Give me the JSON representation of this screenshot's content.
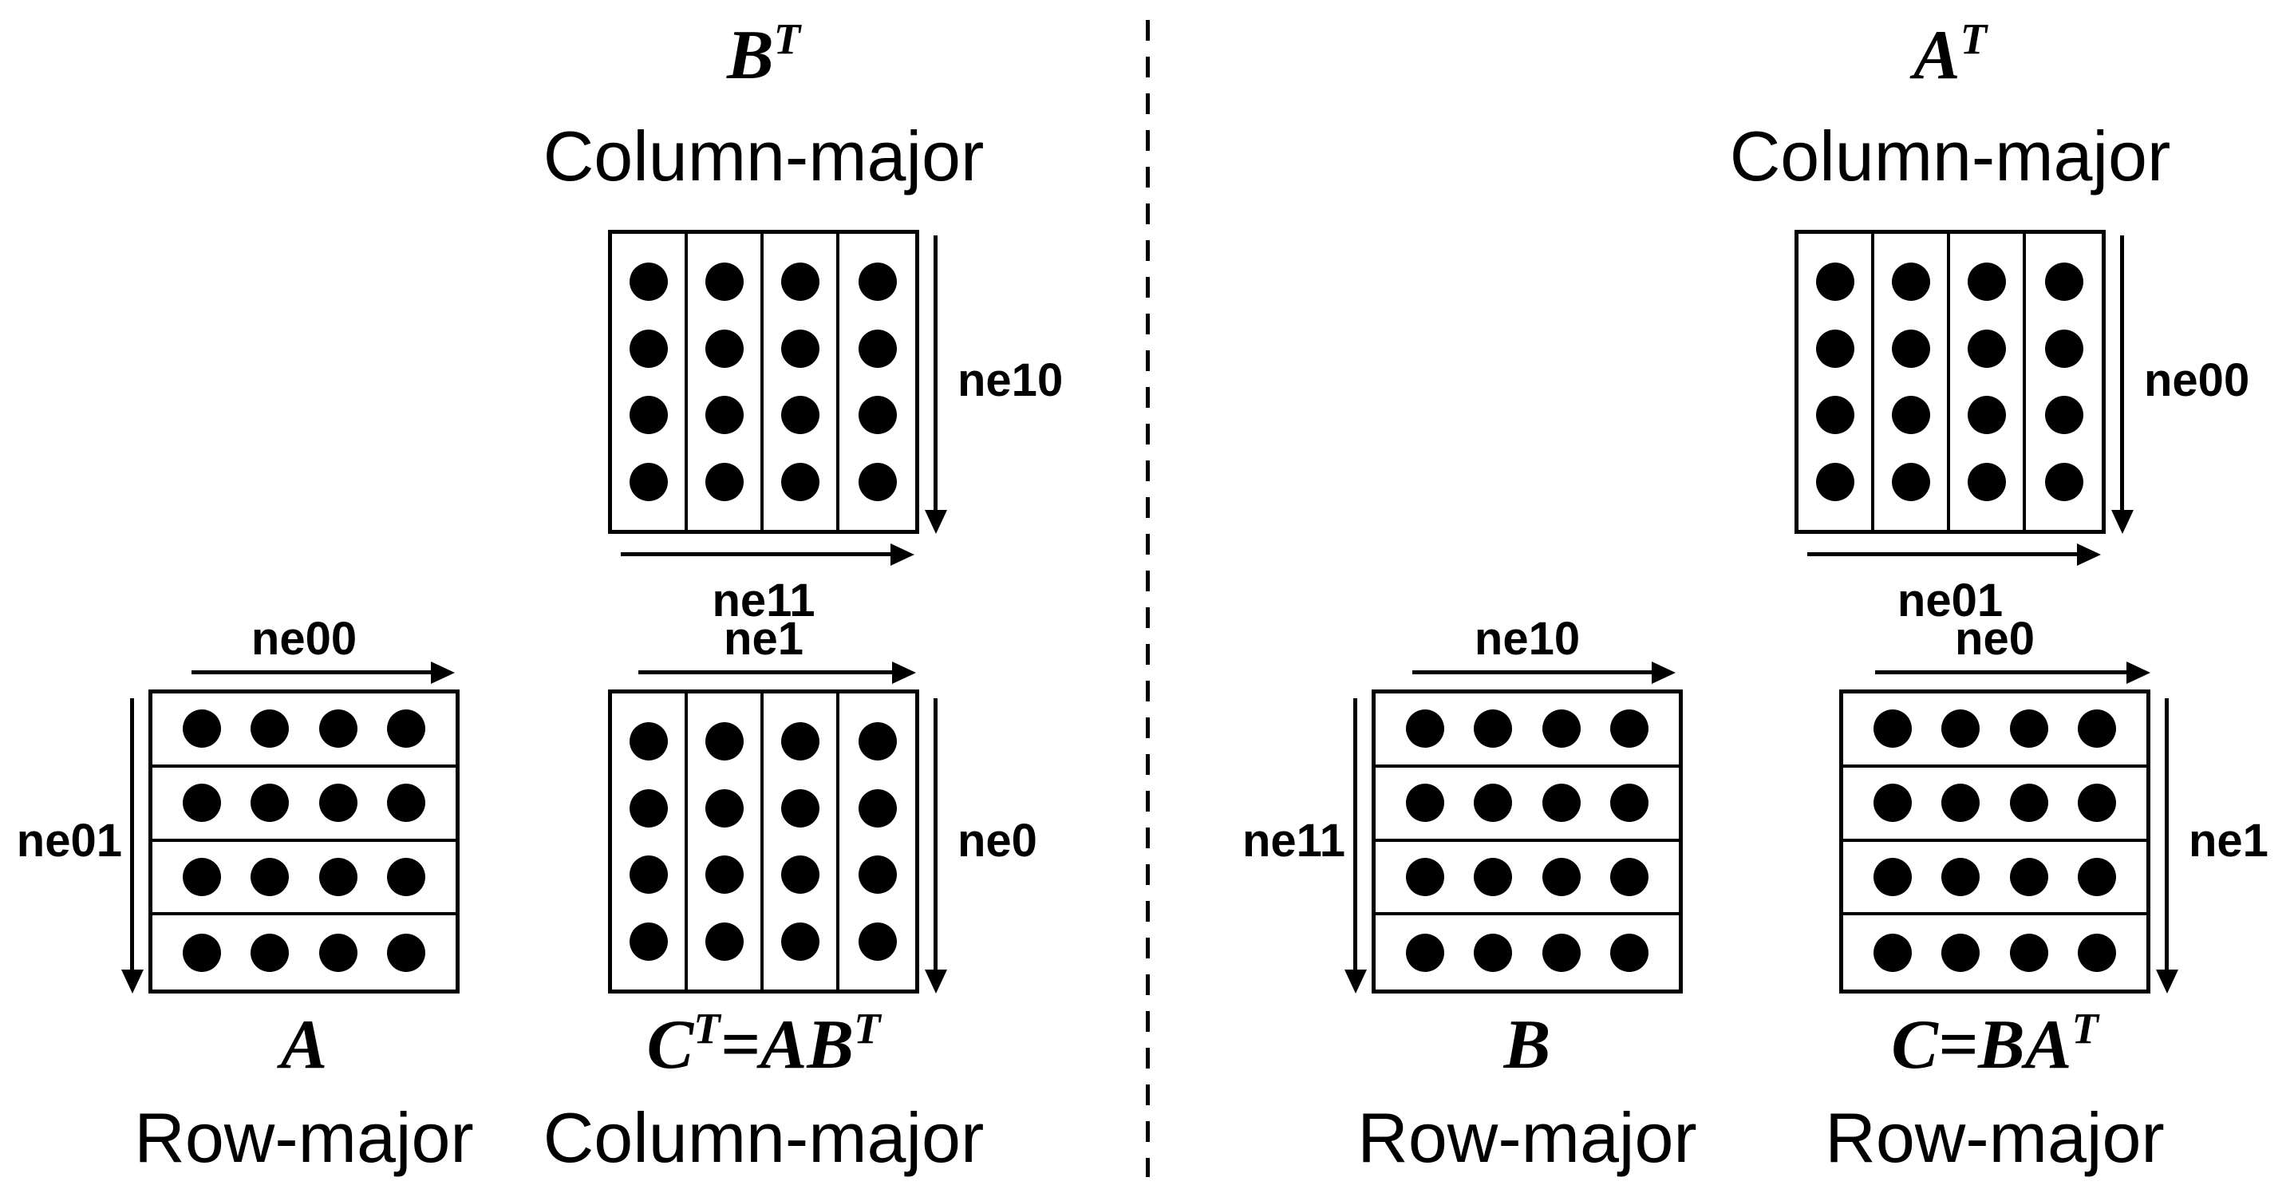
{
  "matrix": {
    "rows": 4,
    "cols": 4
  },
  "divider_color": "#000000",
  "left_panel": {
    "bt": {
      "math_label": [
        {
          "t": "B"
        },
        {
          "t": "T",
          "sup": true
        }
      ],
      "layout_label": "Column-major",
      "v_axis": "ne10",
      "h_axis": "ne11"
    },
    "a": {
      "math_label": [
        {
          "t": "A"
        }
      ],
      "layout_label": "Row-major",
      "h_axis": "ne00",
      "v_axis": "ne01"
    },
    "ct": {
      "math_label": [
        {
          "t": "C"
        },
        {
          "t": "T",
          "sup": true
        },
        {
          "t": "=AB"
        },
        {
          "t": "T",
          "sup": true
        }
      ],
      "layout_label": "Column-major",
      "h_axis": "ne1",
      "v_axis": "ne0"
    }
  },
  "right_panel": {
    "at": {
      "math_label": [
        {
          "t": "A"
        },
        {
          "t": "T",
          "sup": true
        }
      ],
      "layout_label": "Column-major",
      "v_axis": "ne00",
      "h_axis": "ne01"
    },
    "b": {
      "math_label": [
        {
          "t": "B"
        }
      ],
      "layout_label": "Row-major",
      "h_axis": "ne10",
      "v_axis": "ne11"
    },
    "c": {
      "math_label": [
        {
          "t": "C=BA"
        },
        {
          "t": "T",
          "sup": true
        }
      ],
      "layout_label": "Row-major",
      "h_axis": "ne0",
      "v_axis": "ne1"
    }
  }
}
